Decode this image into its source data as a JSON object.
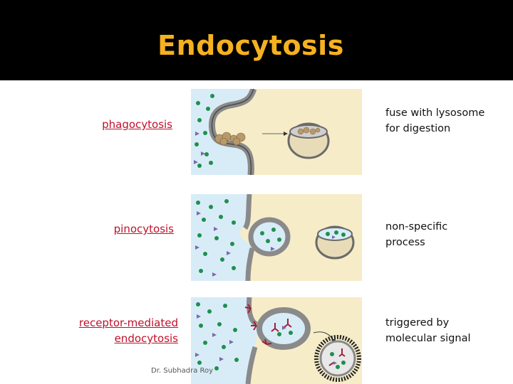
{
  "slide": {
    "title": "Endocytosis",
    "credit": "Dr. Subhadra Roy"
  },
  "rows": [
    {
      "label": "phagocytosis",
      "description_lines": [
        "fuse with lysosome",
        "for digestion"
      ]
    },
    {
      "label": "pinocytosis",
      "description_lines": [
        "non-specific",
        "process"
      ]
    },
    {
      "label_lines": [
        "receptor-mediated",
        "endocytosis"
      ],
      "description_lines": [
        "triggered by",
        "molecular signal"
      ]
    }
  ],
  "colors": {
    "title": "#f5b120",
    "label": "#c0102a",
    "extracellular": "#d8ecf7",
    "cytoplasm": "#f6ecc8",
    "membrane": "#8a8a8a",
    "dot": "#1f8f4e",
    "triangle": "#7b6aa8",
    "receptor": "#a0203a"
  },
  "icons": [
    "membrane-illustration",
    "vesicle-illustration",
    "food-particle-illustration",
    "receptor-illustration"
  ]
}
